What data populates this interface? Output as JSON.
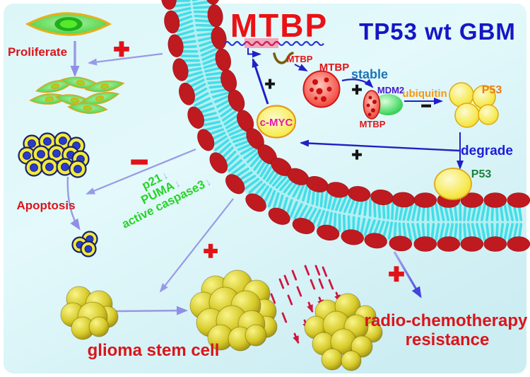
{
  "figure": {
    "title_left": "MTBP",
    "title_right": "TP53 wt GBM"
  },
  "labels": {
    "proliferate": "Proliferate",
    "apoptosis": "Apoptosis",
    "mtbp_transcript": "MTBP",
    "mtbp_protein": "MTBP",
    "stable": "stable",
    "mdm2": "MDM2",
    "mtbp_in_complex": "MTBP",
    "ubiquitin": "ubiquitin",
    "p53_poly": "P53",
    "degrade": "degrade",
    "p53_degraded": "P53",
    "cmyc": "c-MYC",
    "p21": "p21",
    "puma": "PUMA",
    "active_caspase3": "active caspase3",
    "down_arrow": "↓",
    "glioma_stem_cell": "glioma stem cell",
    "resistance_line1": "radio-chemotherapy",
    "resistance_line2": "resistance"
  },
  "signs": {
    "plus": "+",
    "minus": "−"
  },
  "colors": {
    "background": "#d7f3f6",
    "accent_red": "#d9151b",
    "accent_blue": "#1517c4",
    "membrane_head": "#bf1a20",
    "membrane_tail": "#3fdde7",
    "green_text": "#28d228",
    "lavender_arrow": "#989ae6",
    "dark_blue_arrow": "#2020c4",
    "tumor_yellow": "#cfc322",
    "p53_yellow": "#f2dd3e"
  }
}
